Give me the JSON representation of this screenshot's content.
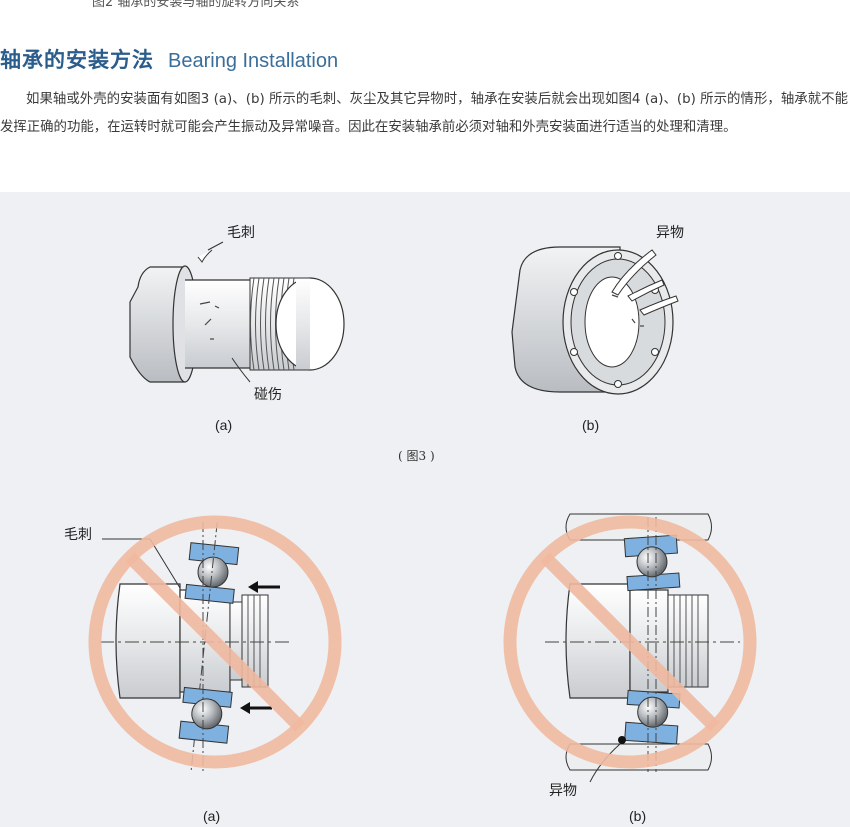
{
  "top_caption": "图2 轴承的安装与轴的旋转方向关系",
  "section": {
    "title_cn": "轴承的安装方法",
    "title_en": "Bearing Installation"
  },
  "paragraph": "如果轴或外壳的安装面有如图3 (a)、(b) 所示的毛刺、灰尘及其它异物时，轴承在安装后就会出现如图4 (a)、(b) 所示的情形，轴承就不能发挥正确的功能，在运转时就可能会产生振动及异常噪音。因此在安装轴承前必须对轴和外壳安装面进行适当的处理和清理。",
  "figure3": {
    "a": {
      "burr_label": "毛刺",
      "dent_label": "碰伤",
      "sub_label": "(a)"
    },
    "b": {
      "foreign_label": "异物",
      "sub_label": "(b)"
    },
    "caption": "( 图3 )"
  },
  "figure4": {
    "a": {
      "burr_label": "毛刺",
      "sub_label": "(a)"
    },
    "b": {
      "foreign_label": "异物",
      "sub_label": "(b)"
    }
  },
  "colors": {
    "title": "#2b5d8c",
    "panel_bg": "#eef0f3",
    "prohibit_ring": "#f0b9a0",
    "bearing_blue": "#7fb1e0"
  }
}
